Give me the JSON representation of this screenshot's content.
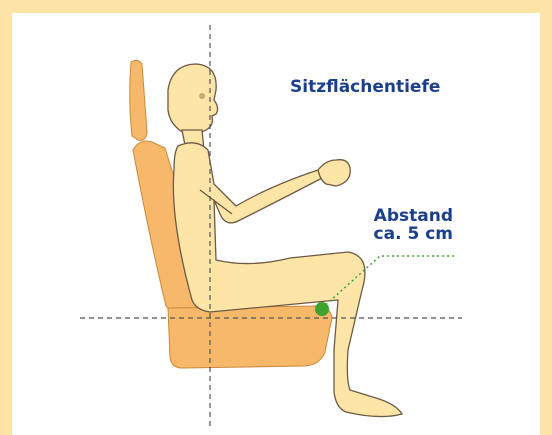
{
  "diagram": {
    "label_seat_depth": "Sitzflächentiefe",
    "label_distance_line1": "Abstand",
    "label_distance_line2": "ca. 5 cm"
  },
  "colors": {
    "frame": "#fde4a6",
    "seat": "#f7b86a",
    "body": "#fde5a8",
    "outline": "#6d5a43",
    "text": "#1c3f8c",
    "marker": "#3ea32d",
    "guide": "#555555"
  }
}
